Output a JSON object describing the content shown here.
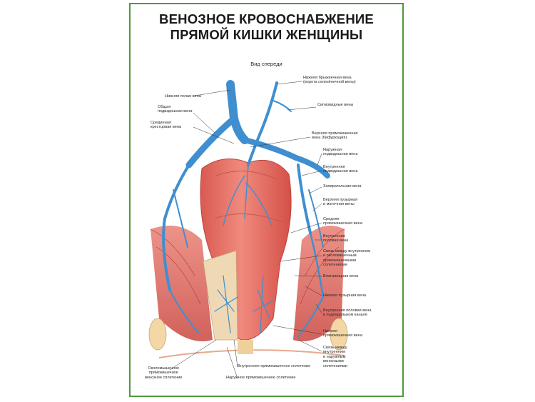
{
  "title": {
    "line1": "ВЕНОЗНОЕ КРОВОСНАБЖЕНИЕ",
    "line2": "ПРЯМОЙ КИШКИ ЖЕНЩИНЫ"
  },
  "subtitle": "Вид спереди",
  "colors": {
    "frame": "#4e9a3a",
    "vein": "#3f8fd0",
    "rectum": "#e8736a",
    "muscle": "#d9544d",
    "leader_line": "#333333"
  },
  "labels": {
    "inferior_vena_cava": "Нижняя полая вена",
    "common_iliac_vein": "Общая\nподвздошная вена",
    "median_sacral_vein": "Срединная\nкрестцовая вена",
    "inferior_mesenteric_vein": "Нижняя брыжеечная вена\n(ворота селезёночной вены)",
    "sigmoid_veins": "Сигмовидные вены",
    "superior_rectal_vein": "Верхняя прямокишечная\nвена (бифуркация)",
    "external_iliac_vein": "Наружная\nподвздошная вена",
    "internal_iliac_vein": "Внутренняя\nподвздошная вена",
    "obturator_vein": "Запирательная вена",
    "superior_vesical_uterine_veins": "Верхняя пузырная\nи маточная вены",
    "middle_rectal_vein": "Средняя\nпрямокишечная вена",
    "internal_pudendal_vein": "Внутренняя\nполовая вена",
    "plexus_connection": "Связь между внутренним\nи околокишечным\nпрямокишечными\nсплетениями",
    "vaginal_vein": "Влагалищная вена",
    "inferior_vesical_vein": "Нижняя пузырная вена",
    "internal_pudendal_in_canal": "Внутренняя половая вена\nв пудендальном канале",
    "inferior_rectal_vein": "Нижняя\nпрямокишечная вена",
    "internal_external_connection": "Связь между\nвнутренним\nи наружным\nвенозными\nсплетениями",
    "perimuscular_plexus": "Околомышечное\nпрямокишечное\nвенозное сплетение",
    "internal_rectal_plexus": "Внутреннее прямокишечное сплетение",
    "external_rectal_plexus": "Наружное прямокишечное сплетение"
  }
}
